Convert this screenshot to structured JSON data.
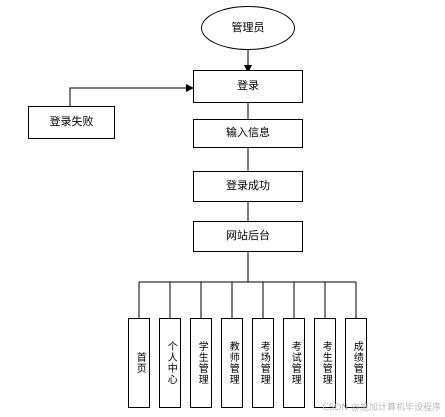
{
  "nodes": {
    "admin": "管理员",
    "login": "登录",
    "login_fail": "登录失败",
    "input_info": "输入信息",
    "login_success": "登录成功",
    "backend": "网站后台"
  },
  "modules": [
    "首页",
    "个人中心",
    "学生管理",
    "教师管理",
    "考场管理",
    "考试管理",
    "考生管理",
    "成绩管理"
  ],
  "watermark": "CSDN @施加计算机毕设程序"
}
